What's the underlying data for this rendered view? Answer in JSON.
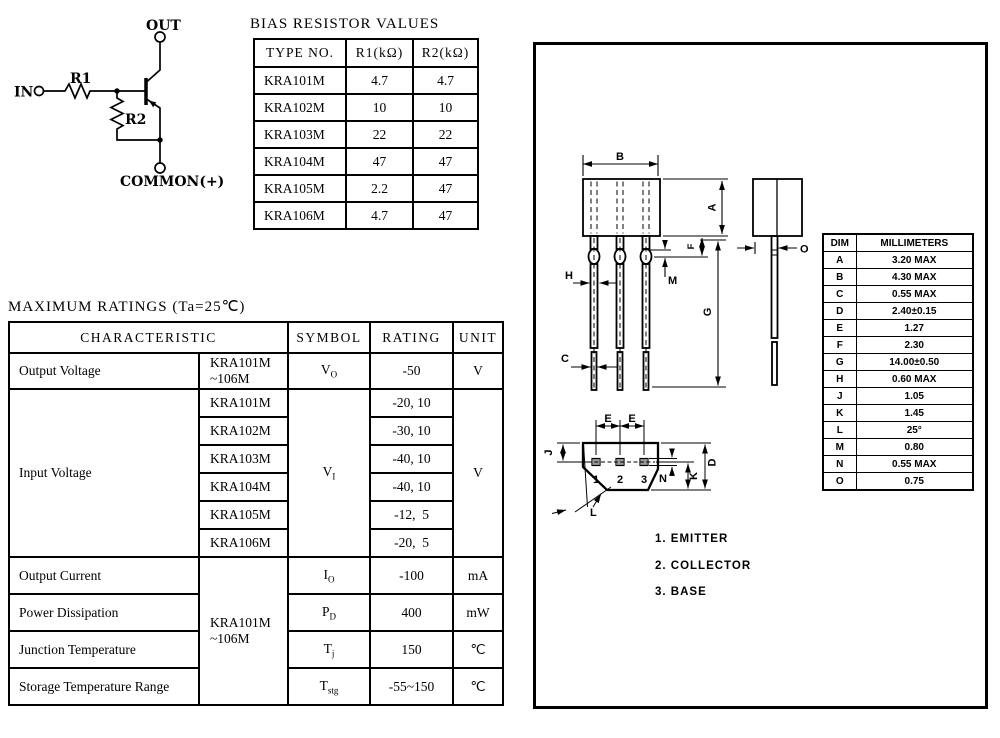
{
  "circuit": {
    "out_label": "OUT",
    "in_label": "IN",
    "r1_label": "R1",
    "r2_label": "R2",
    "common_label": "COMMON(+)"
  },
  "bias": {
    "title": "BIAS RESISTOR VALUES",
    "headers": [
      "TYPE NO.",
      "R1(kΩ)",
      "R2(kΩ)"
    ],
    "rows": [
      [
        "KRA101M",
        "4.7",
        "4.7"
      ],
      [
        "KRA102M",
        "10",
        "10"
      ],
      [
        "KRA103M",
        "22",
        "22"
      ],
      [
        "KRA104M",
        "47",
        "47"
      ],
      [
        "KRA105M",
        "2.2",
        "47"
      ],
      [
        "KRA106M",
        "4.7",
        "47"
      ]
    ]
  },
  "ratings": {
    "title": "MAXIMUM RATINGS (Ta=25℃)",
    "headers": {
      "characteristic": "CHARACTERISTIC",
      "symbol": "SYMBOL",
      "rating": "RATING",
      "unit": "UNIT"
    },
    "output_voltage": {
      "name": "Output Voltage",
      "type1": "KRA101M",
      "type2": "~106M",
      "sym": "V",
      "sub": "O",
      "rating": "-50",
      "unit": "V"
    },
    "input_voltage": {
      "name": "Input Voltage",
      "sym": "V",
      "sub": "I",
      "unit": "V",
      "rows": [
        [
          "KRA101M",
          "-20, 10"
        ],
        [
          "KRA102M",
          "-30, 10"
        ],
        [
          "KRA103M",
          "-40, 10"
        ],
        [
          "KRA104M",
          "-40, 10"
        ],
        [
          "KRA105M",
          "-12,  5"
        ],
        [
          "KRA106M",
          "-20,  5"
        ]
      ]
    },
    "group": {
      "type1": "KRA101M",
      "type2": "~106M",
      "rows": [
        {
          "name": "Output Current",
          "sym": "I",
          "sub": "O",
          "rating": "-100",
          "unit": "mA"
        },
        {
          "name": "Power Dissipation",
          "sym": "P",
          "sub": "D",
          "rating": "400",
          "unit": "mW"
        },
        {
          "name": "Junction Temperature",
          "sym": "T",
          "sub": "j",
          "rating": "150",
          "unit": "℃"
        },
        {
          "name": "Storage Temperature Range",
          "sym": "T",
          "sub": "stg",
          "rating": "-55~150",
          "unit": "℃"
        }
      ]
    }
  },
  "pkg": {
    "dim_headers": [
      "DIM",
      "MILLIMETERS"
    ],
    "dims": [
      [
        "A",
        "3.20 MAX"
      ],
      [
        "B",
        "4.30 MAX"
      ],
      [
        "C",
        "0.55 MAX"
      ],
      [
        "D",
        "2.40±0.15"
      ],
      [
        "E",
        "1.27"
      ],
      [
        "F",
        "2.30"
      ],
      [
        "G",
        "14.00±0.50"
      ],
      [
        "H",
        "0.60 MAX"
      ],
      [
        "J",
        "1.05"
      ],
      [
        "K",
        "1.45"
      ],
      [
        "L",
        "25°"
      ],
      [
        "M",
        "0.80"
      ],
      [
        "N",
        "0.55 MAX"
      ],
      [
        "O",
        "0.75"
      ]
    ],
    "labels": {
      "b": "B",
      "a": "A",
      "f": "F",
      "m": "M",
      "h": "H",
      "g": "G",
      "c": "C",
      "o": "O",
      "e": "E",
      "j": "J",
      "n": "N",
      "k": "K",
      "d": "D",
      "l": "L"
    },
    "pins": {
      "p1": "1",
      "p2": "2",
      "p3": "3"
    },
    "legend": [
      "1. EMITTER",
      "2. COLLECTOR",
      "3. BASE"
    ]
  }
}
